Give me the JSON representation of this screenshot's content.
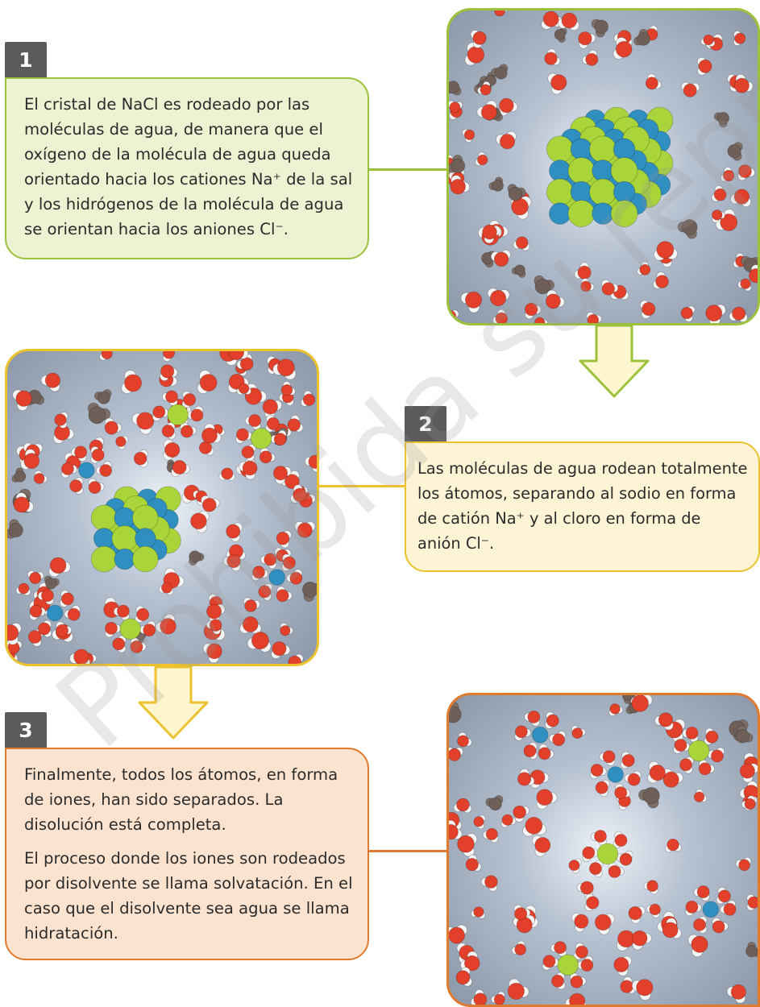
{
  "steps": [
    {
      "number": "1",
      "paragraphs": [
        "El cristal de NaCl es rodeado por las moléculas de agua, de manera que el oxígeno de la molécula de agua queda orientado hacia los cationes Na⁺ de la sal y los hidrógenos de la molécula de agua se orientan hacia los aniones Cl⁻."
      ]
    },
    {
      "number": "2",
      "paragraphs": [
        "Las moléculas de agua rodean totalmente los átomos, separando al sodio en forma de catión Na⁺ y al cloro en forma de anión Cl⁻."
      ]
    },
    {
      "number": "3",
      "paragraphs": [
        "Finalmente, todos los átomos, en forma de iones, han sido separados. La disolución está completa.",
        "El proceso donde los iones son rodeados por disolvente se llama solvatación. En el caso que el disolvente sea agua se llama hidratación."
      ]
    }
  ],
  "watermark": "Prohibida su reproducción",
  "colors": {
    "green_border": "#9cc13a",
    "yellow_border": "#ecc22e",
    "orange_border": "#e07a2c",
    "sodium_ion": "#2f8fc0",
    "chloride_ion": "#a9d43a",
    "oxygen": "#e2402a",
    "hydrogen": "#f4f4f4"
  }
}
